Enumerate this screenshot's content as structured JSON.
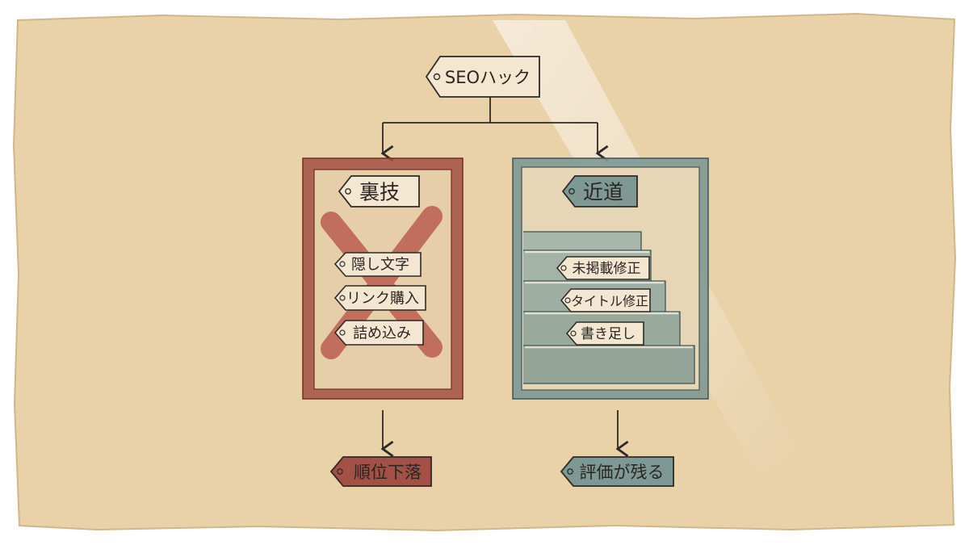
{
  "diagram": {
    "root": {
      "label": "SEOハック"
    },
    "branches": [
      {
        "key": "left",
        "label": "裏技",
        "items": [
          "隠し文字",
          "リンク購入",
          "詰め込み"
        ],
        "result": "順位下落",
        "colors": {
          "frame": "#9e4a3f",
          "fill": "#a25144",
          "cross": "#b8574a"
        }
      },
      {
        "key": "right",
        "label": "近道",
        "items": [
          "未掲載修正",
          "タイトル修正",
          "書き足し"
        ],
        "result": "評価が残る",
        "colors": {
          "frame": "#5f7a76",
          "fill": "#7e9893",
          "stairs": "#a8b7ac"
        }
      }
    ]
  },
  "colors": {
    "paper": "#e9d1a8",
    "tag": "#f3e7d2",
    "ink": "#2e2a27"
  }
}
